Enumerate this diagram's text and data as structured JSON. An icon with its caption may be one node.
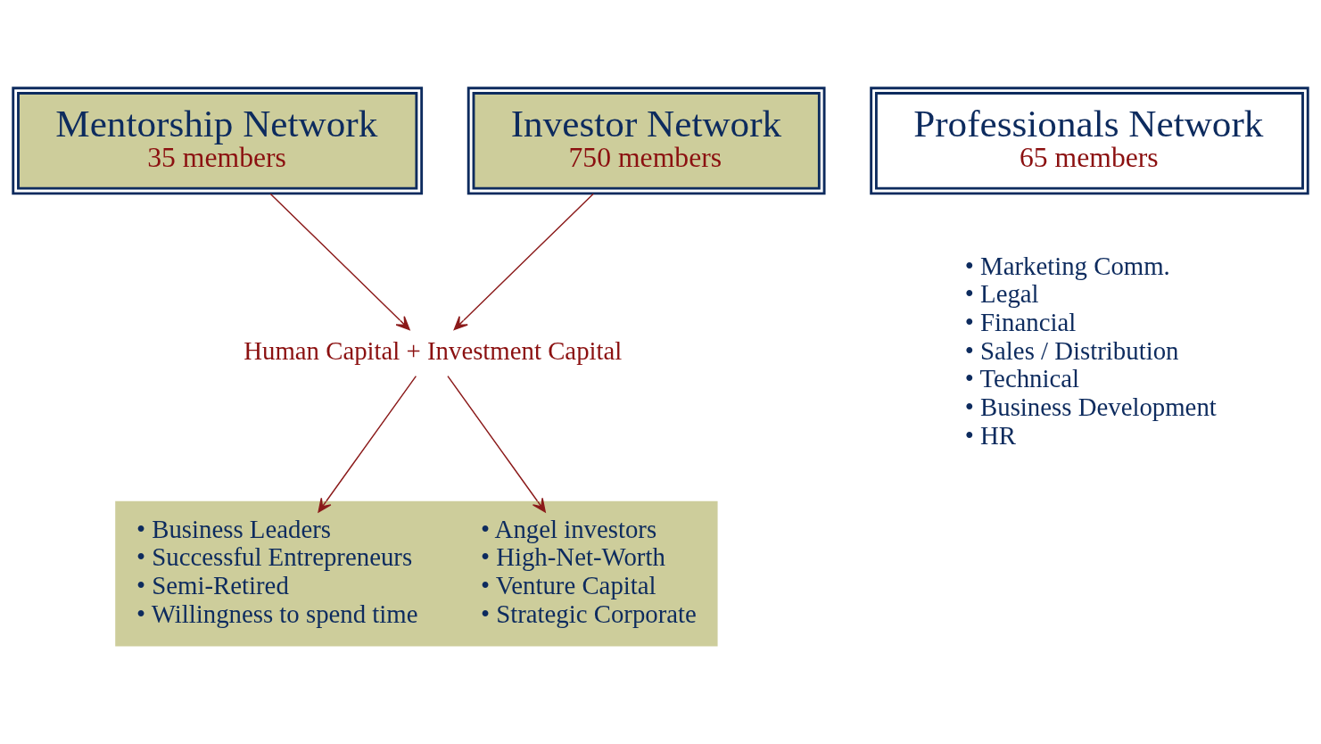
{
  "diagram": {
    "nodes": [
      {
        "text": [
          "Mentorship Network",
          "35 members"
        ]
      },
      {
        "text": [
          "Investor Network",
          "750 members"
        ]
      },
      {
        "text": [
          "Professionals Network",
          "65 members"
        ]
      },
      {
        "text": [
          "Human Capital + Investment Capital"
        ]
      },
      {
        "text": [],
        "shape": "box"
      },
      {
        "text": [
          "• Business Leaders",
          "• Successful Entrepreneurs",
          "• Semi-Retired",
          "• Willingness to spend time"
        ],
        "in": 4
      },
      {
        "text": [
          "• Angel investors",
          "• High-Net-Worth",
          "• Venture Capital",
          "• Strategic Corporate"
        ],
        "in": 4
      }
    ],
    "edges": [
      {
        "from": 0,
        "to": 3,
        "arrow": "to"
      },
      {
        "from": 1,
        "to": 3,
        "arrow": "to"
      },
      {
        "from": 3,
        "to": 5,
        "arrow": "to"
      },
      {
        "from": 3,
        "to": 6,
        "arrow": "to"
      }
    ],
    "labels": [
      "• Marketing Comm.",
      "• Legal",
      "• Financial",
      "• Sales / Distribution",
      "• Technical",
      "• Business Development",
      "• HR"
    ]
  }
}
